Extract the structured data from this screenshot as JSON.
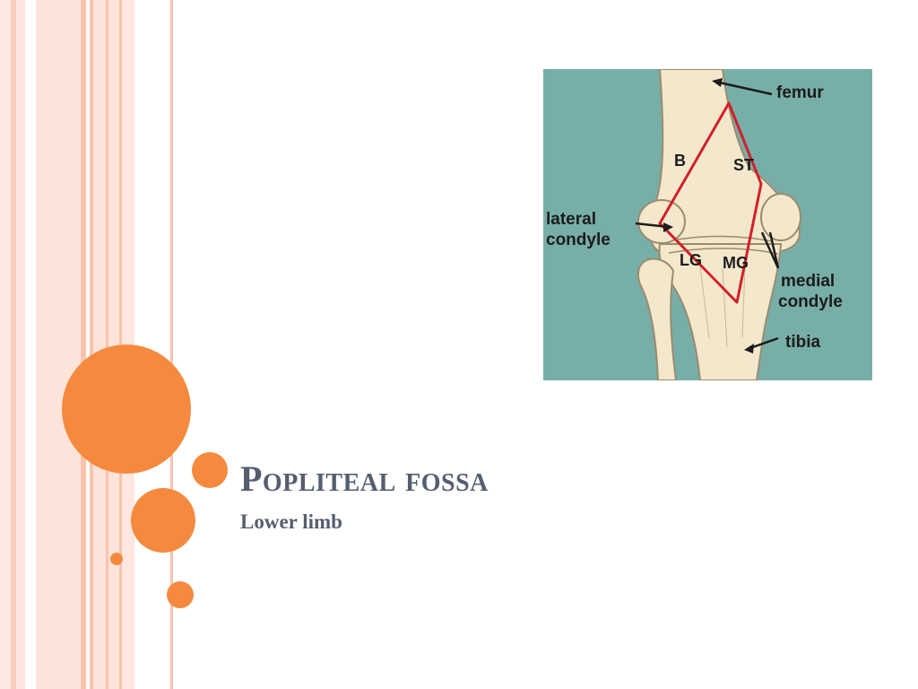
{
  "slide": {
    "title": "Popliteal fossa",
    "subtitle": "Lower limb"
  },
  "figure": {
    "labels": {
      "femur": "femur",
      "lateral_condyle_line1": "lateral",
      "lateral_condyle_line2": "condyle",
      "medial_condyle_line1": "medial",
      "medial_condyle_line2": "condyle",
      "tibia": "tibia",
      "b": "B",
      "st": "ST",
      "lg": "LG",
      "mg": "MG"
    },
    "colors": {
      "background": "#78aea8",
      "bone": "#f3e8cc",
      "bone_outline": "#9a8c6e",
      "outline": "#d21f2a",
      "label": "#1c1c1c"
    }
  },
  "theme": {
    "accent": "#f58a3e",
    "stripe_light": "#fde7e0",
    "stripe_mid": "#f9c9b8",
    "title_color": "#555e6f"
  }
}
